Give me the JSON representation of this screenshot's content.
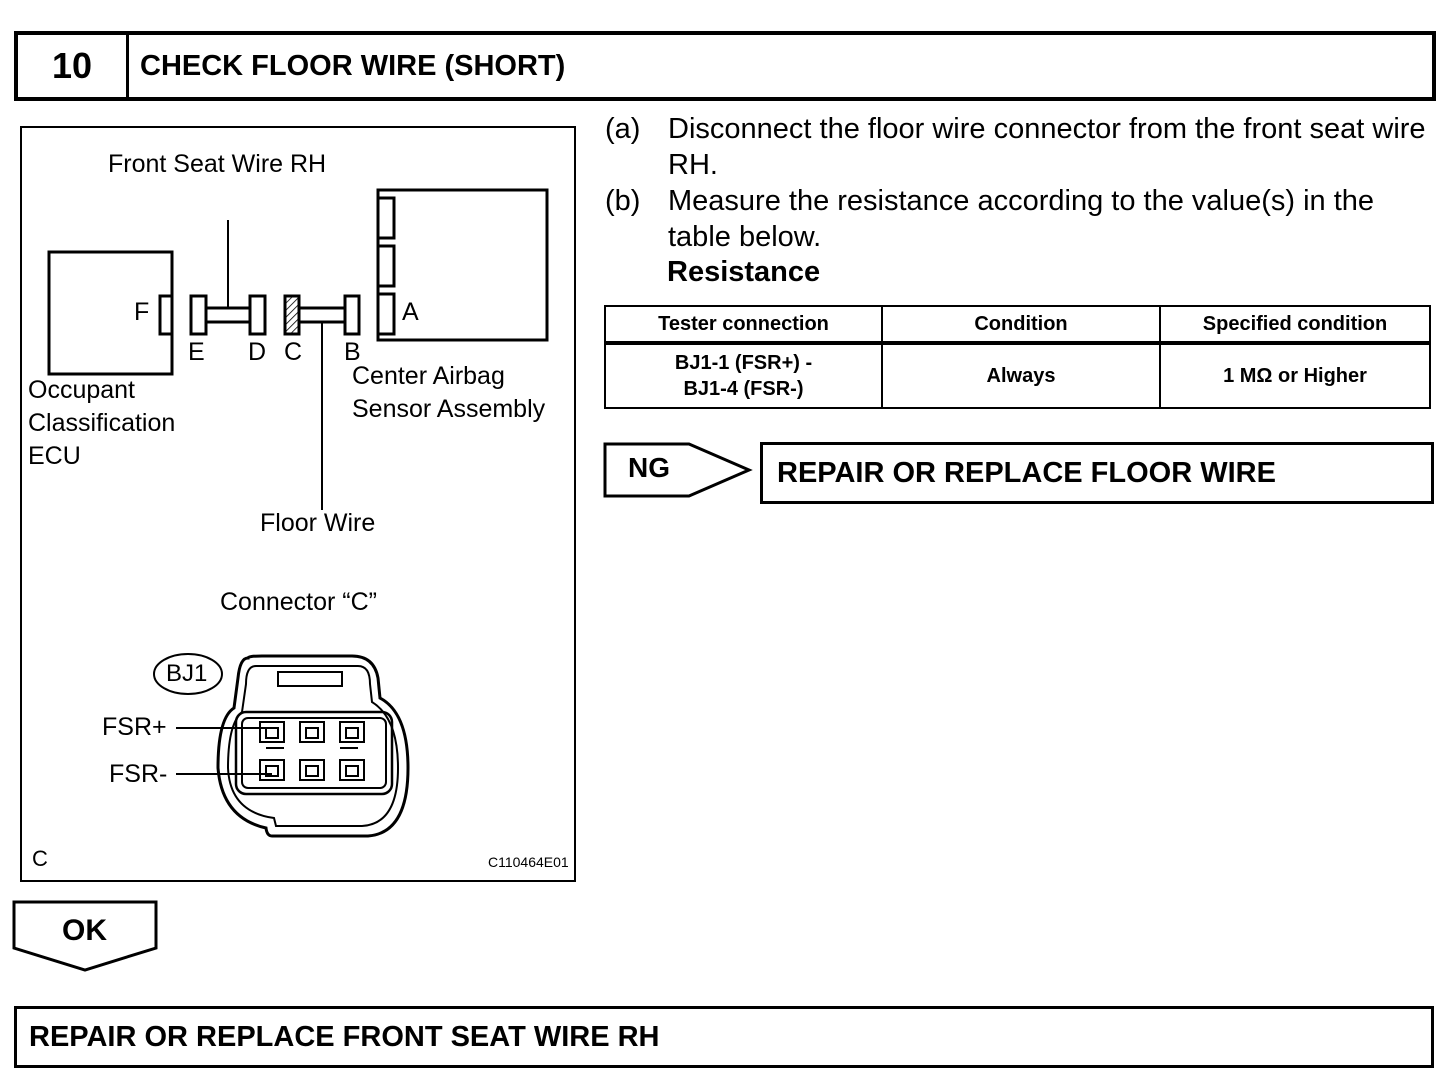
{
  "step": {
    "number": "10",
    "title": "CHECK FLOOR WIRE (SHORT)"
  },
  "figure": {
    "front_seat_wire": "Front Seat Wire RH",
    "ecu_line1": "Occupant",
    "ecu_line2": "Classification",
    "ecu_line3": "ECU",
    "airbag_line1": "Center Airbag",
    "airbag_line2": "Sensor Assembly",
    "floor_wire": "Floor Wire",
    "connector_title": "Connector “C”",
    "connector_id": "BJ1",
    "pin_fsr_plus": "FSR+",
    "pin_fsr_minus": "FSR-",
    "letters": {
      "a": "A",
      "b": "B",
      "c": "C",
      "d": "D",
      "e": "E",
      "f": "F"
    },
    "corner_letter": "C",
    "figure_code": "C110464E01"
  },
  "instructions": [
    {
      "label": "(a)",
      "text": "Disconnect the floor wire connector from the front seat wire RH."
    },
    {
      "label": "(b)",
      "text": "Measure the resistance according to the value(s) in the table below."
    }
  ],
  "resistance_title": "Resistance",
  "table": {
    "headers": [
      "Tester connection",
      "Condition",
      "Specified condition"
    ],
    "rows": [
      {
        "connection_line1": "BJ1-1 (FSR+) -",
        "connection_line2": "BJ1-4 (FSR-)",
        "condition": "Always",
        "specified": "1 MΩ or Higher"
      }
    ]
  },
  "ng": {
    "label": "NG",
    "action": "REPAIR OR REPLACE FLOOR WIRE"
  },
  "ok": {
    "label": "OK",
    "action": "REPAIR OR REPLACE FRONT SEAT WIRE RH"
  }
}
